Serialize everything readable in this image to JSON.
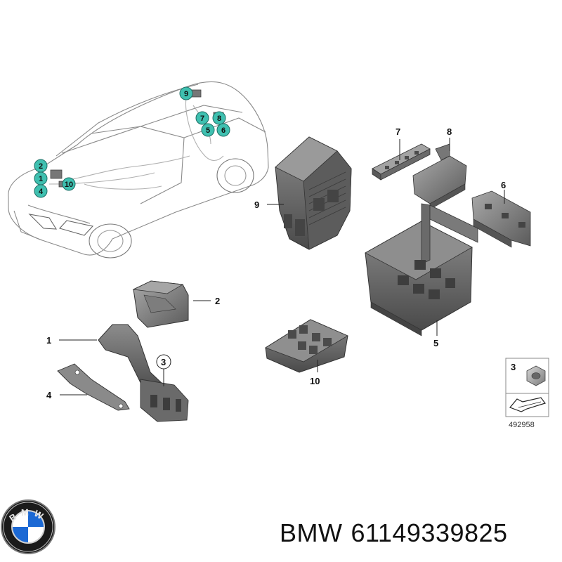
{
  "car_badges": [
    "9",
    "7",
    "8",
    "5",
    "6",
    "2",
    "1",
    "4",
    "10"
  ],
  "callouts": {
    "c7": "7",
    "c8": "8",
    "c6": "6",
    "c9": "9",
    "c5": "5",
    "c2": "2",
    "c1": "1",
    "c3": "3",
    "c4": "4",
    "c10": "10"
  },
  "legend": {
    "number": "3",
    "code": "492958"
  },
  "footer": {
    "brand": "BMW",
    "part_number": "61149339825"
  },
  "logo_letters": "BMW",
  "colors": {
    "badge_fill": "#3fc0b0",
    "part_grey": "#6e6e6e",
    "logo_blue": "#1c69d4"
  }
}
